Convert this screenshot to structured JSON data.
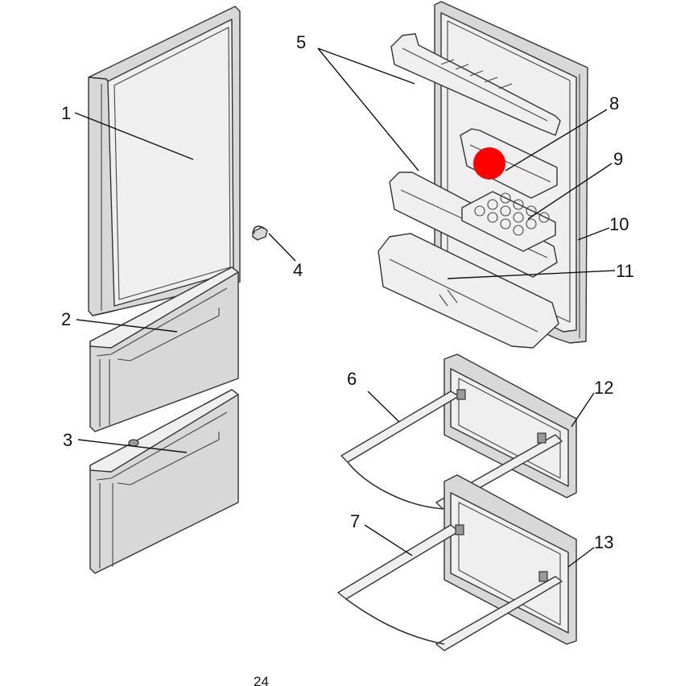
{
  "diagram": {
    "callouts": [
      {
        "id": "1",
        "text": "1"
      },
      {
        "id": "2",
        "text": "2"
      },
      {
        "id": "3",
        "text": "3"
      },
      {
        "id": "4",
        "text": "4"
      },
      {
        "id": "5",
        "text": "5"
      },
      {
        "id": "6",
        "text": "6"
      },
      {
        "id": "7",
        "text": "7"
      },
      {
        "id": "8",
        "text": "8"
      },
      {
        "id": "9",
        "text": "9"
      },
      {
        "id": "10",
        "text": "10"
      },
      {
        "id": "11",
        "text": "11"
      },
      {
        "id": "12",
        "text": "12"
      },
      {
        "id": "13",
        "text": "13"
      }
    ],
    "marker_color": "#ff0000",
    "line_color": "#111111"
  },
  "page_number": "24"
}
